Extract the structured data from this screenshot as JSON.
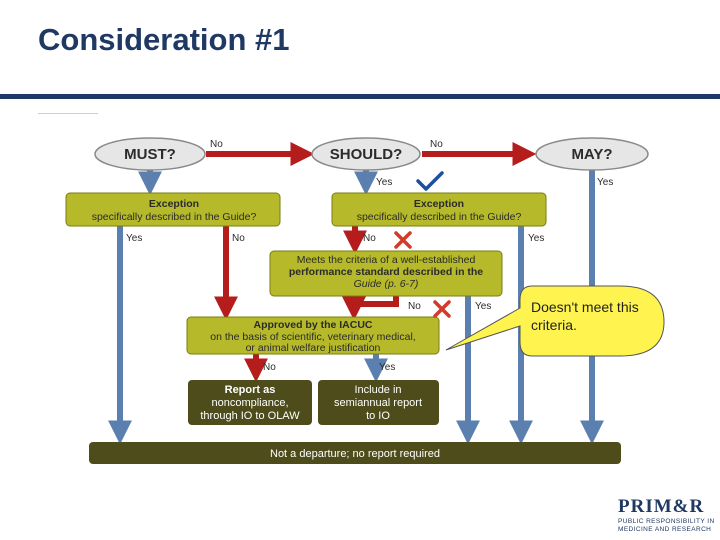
{
  "slide": {
    "title": "Consideration #1"
  },
  "nodes": {
    "must": "MUST?",
    "should": "SHOULD?",
    "may": "MAY?",
    "exception_left_1": "Exception",
    "exception_left_2": "specifically described in the Guide?",
    "exception_right_1": "Exception",
    "exception_right_2": "specifically described in the Guide?",
    "perf_1": "Meets the criteria of a well-established",
    "perf_2": "performance standard described in the",
    "perf_3": "Guide (p. 6-7)",
    "approved_1": "Approved by the IACUC",
    "approved_2": "on the basis of scientific, veterinary medical,",
    "approved_3": "or animal welfare justification",
    "report_1": "Report as",
    "report_2": "noncompliance,",
    "report_3": "through IO to OLAW",
    "include_1": "Include in",
    "include_2": "semiannual report",
    "include_3": "to IO",
    "bottom": "Not a departure; no report required"
  },
  "labels": {
    "no_must": "No",
    "no_should": "No",
    "yes_should": "Yes",
    "yes_may": "Yes",
    "yes_exc_left": "Yes",
    "no_exc_left": "No",
    "no_exc_right": "No",
    "yes_exc_right": "Yes",
    "no_perf": "No",
    "yes_perf": "Yes",
    "no_approved": "No",
    "yes_approved": "Yes"
  },
  "callout": {
    "text": "Doesn't meet this criteria."
  },
  "logo": {
    "word": "PRIM&R",
    "sub_1": "PUBLIC RESPONSIBILITY IN",
    "sub_2": "MEDICINE AND RESEARCH"
  },
  "colors": {
    "title": "#1f3864",
    "oval_fill": "#e6e6e6",
    "box_fill": "#b5b92a",
    "box_stroke": "#7a7d10",
    "red_arrow": "#b51d1d",
    "blue_arrow": "#5b7fae",
    "dark_box": "#4d4c1a",
    "callout_fill": "#fff44f",
    "check": "#1e4f9c",
    "cross": "#d23a2a"
  }
}
